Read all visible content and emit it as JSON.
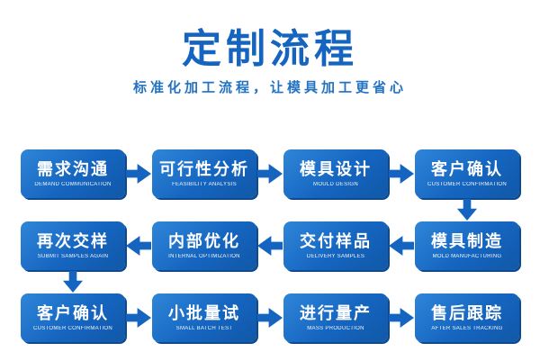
{
  "header": {
    "title": "定制流程",
    "subtitle": "标准化加工流程，让模具加工更省心"
  },
  "colors": {
    "primary_blue": "#1565c0",
    "box_gradient_top": "#2f86d8",
    "box_gradient_bottom": "#1158a8",
    "box_shadow": "#0d4a8f",
    "text_on_box": "#ffffff",
    "background": "#ffffff"
  },
  "flow": {
    "rows": [
      {
        "direction": "right",
        "steps": [
          {
            "cn": "需求沟通",
            "en": "DEMAND COMMUNICATION"
          },
          {
            "cn": "可行性分析",
            "en": "FEASIBILITY ANALYSIS"
          },
          {
            "cn": "模具设计",
            "en": "MOULD DESIGN"
          },
          {
            "cn": "客户确认",
            "en": "CUSTOMER CONFIRMATION"
          }
        ]
      },
      {
        "direction": "left",
        "steps": [
          {
            "cn": "再次交样",
            "en": "SUBMIT SAMPLES AGAIN"
          },
          {
            "cn": "内部优化",
            "en": "INTERNAL OPTIMIZATION"
          },
          {
            "cn": "交付样品",
            "en": "DELIVERY SAMPLES"
          },
          {
            "cn": "模具制造",
            "en": "MOLD MANUFACTURING"
          }
        ]
      },
      {
        "direction": "right",
        "steps": [
          {
            "cn": "客户确认",
            "en": "CUSTOMER CONFIRMATION"
          },
          {
            "cn": "小批量试",
            "en": "SMALL BATCH TEST"
          },
          {
            "cn": "进行量产",
            "en": "MASS PRODUCTION"
          },
          {
            "cn": "售后跟踪",
            "en": "AFTER SALES TRACKING"
          }
        ]
      }
    ]
  }
}
